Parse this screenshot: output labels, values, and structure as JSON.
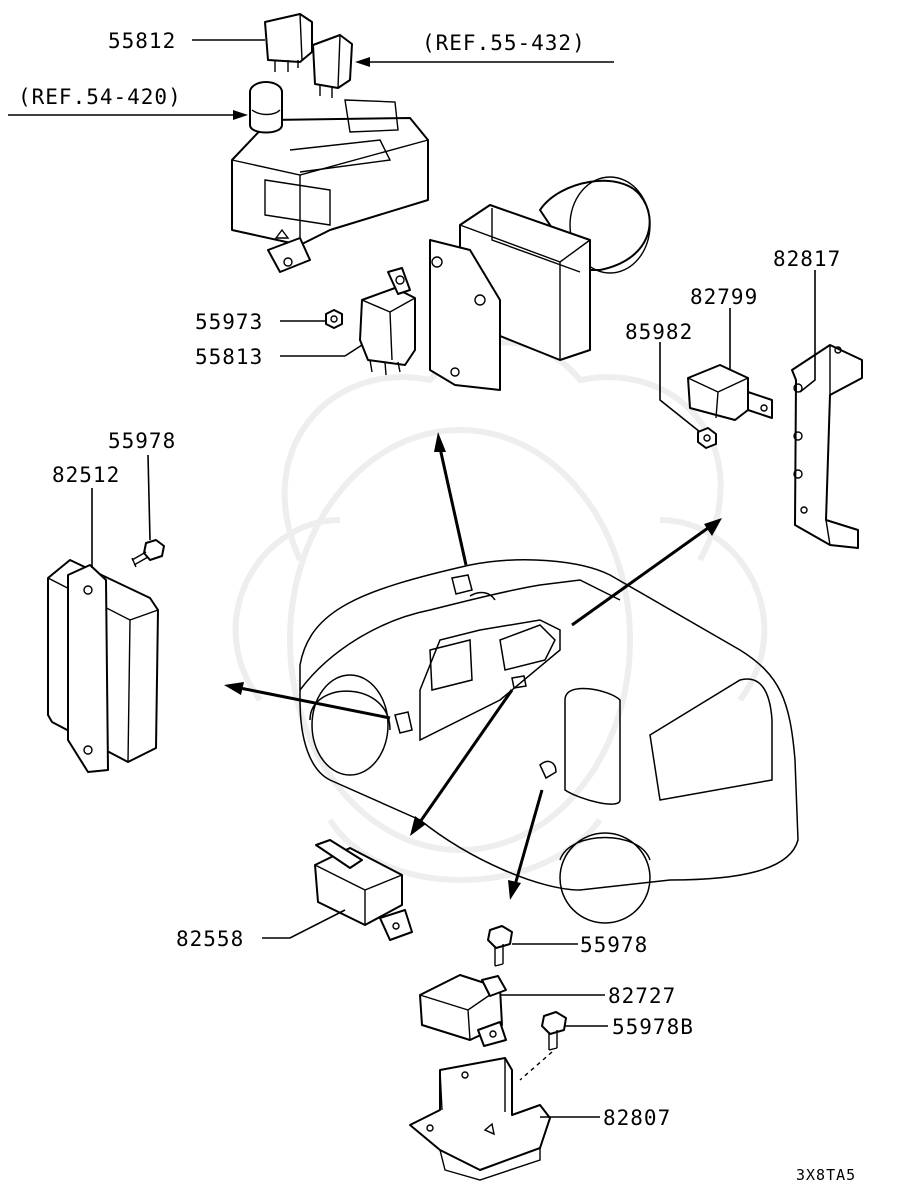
{
  "labels": {
    "p55812": "55812",
    "ref55432": "(REF.55-432)",
    "ref54420": "(REF.54-420)",
    "p55973": "55973",
    "p55813": "55813",
    "p82817": "82817",
    "p82799": "82799",
    "p85982": "85982",
    "p55978_left": "55978",
    "p82512": "82512",
    "p82558": "82558",
    "p55978_bottom": "55978",
    "p82727": "82727",
    "p55978B": "55978B",
    "p82807": "82807"
  },
  "diagram_code": "3X8TA5"
}
